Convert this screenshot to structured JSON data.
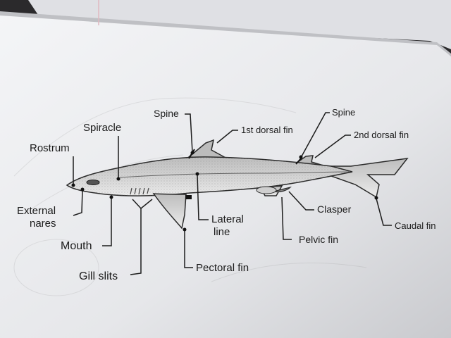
{
  "diagram": {
    "labels": {
      "rostrum": "Rostrum",
      "spiracle": "Spiracle",
      "spine_front": "Spine",
      "first_dorsal_fin": "1st dorsal fin",
      "spine_rear": "Spine",
      "second_dorsal_fin": "2nd dorsal fin",
      "external_nares_line1": "External",
      "external_nares_line2": "nares",
      "mouth": "Mouth",
      "gill_slits": "Gill slits",
      "lateral_line_line1": "Lateral",
      "lateral_line_line2": "line",
      "pectoral_fin": "Pectoral fin",
      "pelvic_fin": "Pelvic fin",
      "clasper": "Clasper",
      "caudal_fin": "Caudal fin"
    }
  },
  "colors": {
    "background": "#2b2a2c",
    "paper": "#ecedf0",
    "paper_shadow": "#d5d6da",
    "ink": "#1c1c1c",
    "shark_body": "#d9d9d9"
  }
}
